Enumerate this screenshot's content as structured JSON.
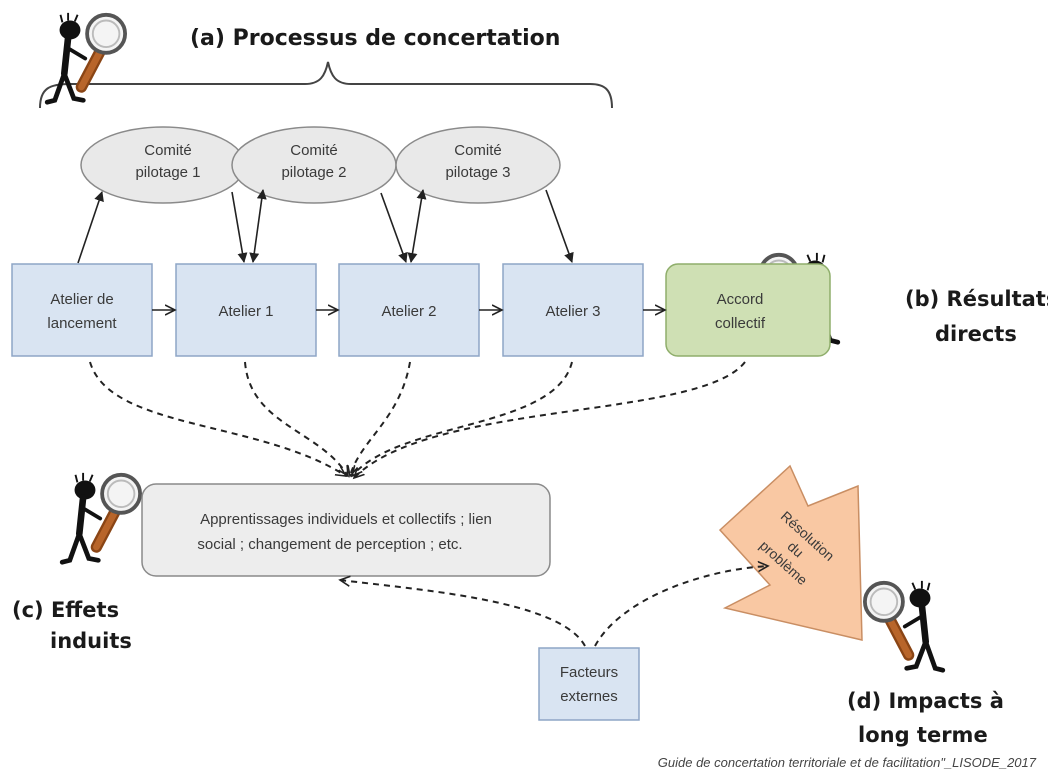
{
  "sections": {
    "process_title": "(a) Processus de concertation",
    "direct_results": [
      "(b) Résultats",
      "directs"
    ],
    "induced_effects": [
      "(c) Effets",
      "induits"
    ],
    "long_term_impacts": [
      "(d) Impacts à",
      "long terme"
    ]
  },
  "committees": [
    [
      "Comité",
      "pilotage 1"
    ],
    [
      "Comité",
      "pilotage 2"
    ],
    [
      "Comité",
      "pilotage 3"
    ]
  ],
  "workshops": [
    [
      "Atelier de",
      "lancement"
    ],
    [
      "Atelier 1"
    ],
    [
      "Atelier 2"
    ],
    [
      "Atelier 3"
    ]
  ],
  "agreement": [
    "Accord",
    "collectif"
  ],
  "effects_box": [
    "Apprentissages individuels et collectifs ; lien",
    "social ; changement de perception ; etc."
  ],
  "external_factors": [
    "Facteurs",
    "externes"
  ],
  "resolution_arrow": [
    "Résolution",
    "du",
    "problème"
  ],
  "credit": "Guide de concertation territoriale et de facilitation\"_LISODE_2017",
  "colors": {
    "workshop_fill": "#d9e4f2",
    "workshop_stroke": "#8ea5c6",
    "agreement_fill": "#cfe0b4",
    "agreement_stroke": "#8fae6b",
    "committee_fill": "#e9e9e9",
    "effects_fill": "#ededed",
    "resolution_fill": "#f9c8a3",
    "figure_body": "#111111",
    "magnifier_handle": "#a0521d"
  },
  "icons": [
    "magnifier-character-icon"
  ]
}
